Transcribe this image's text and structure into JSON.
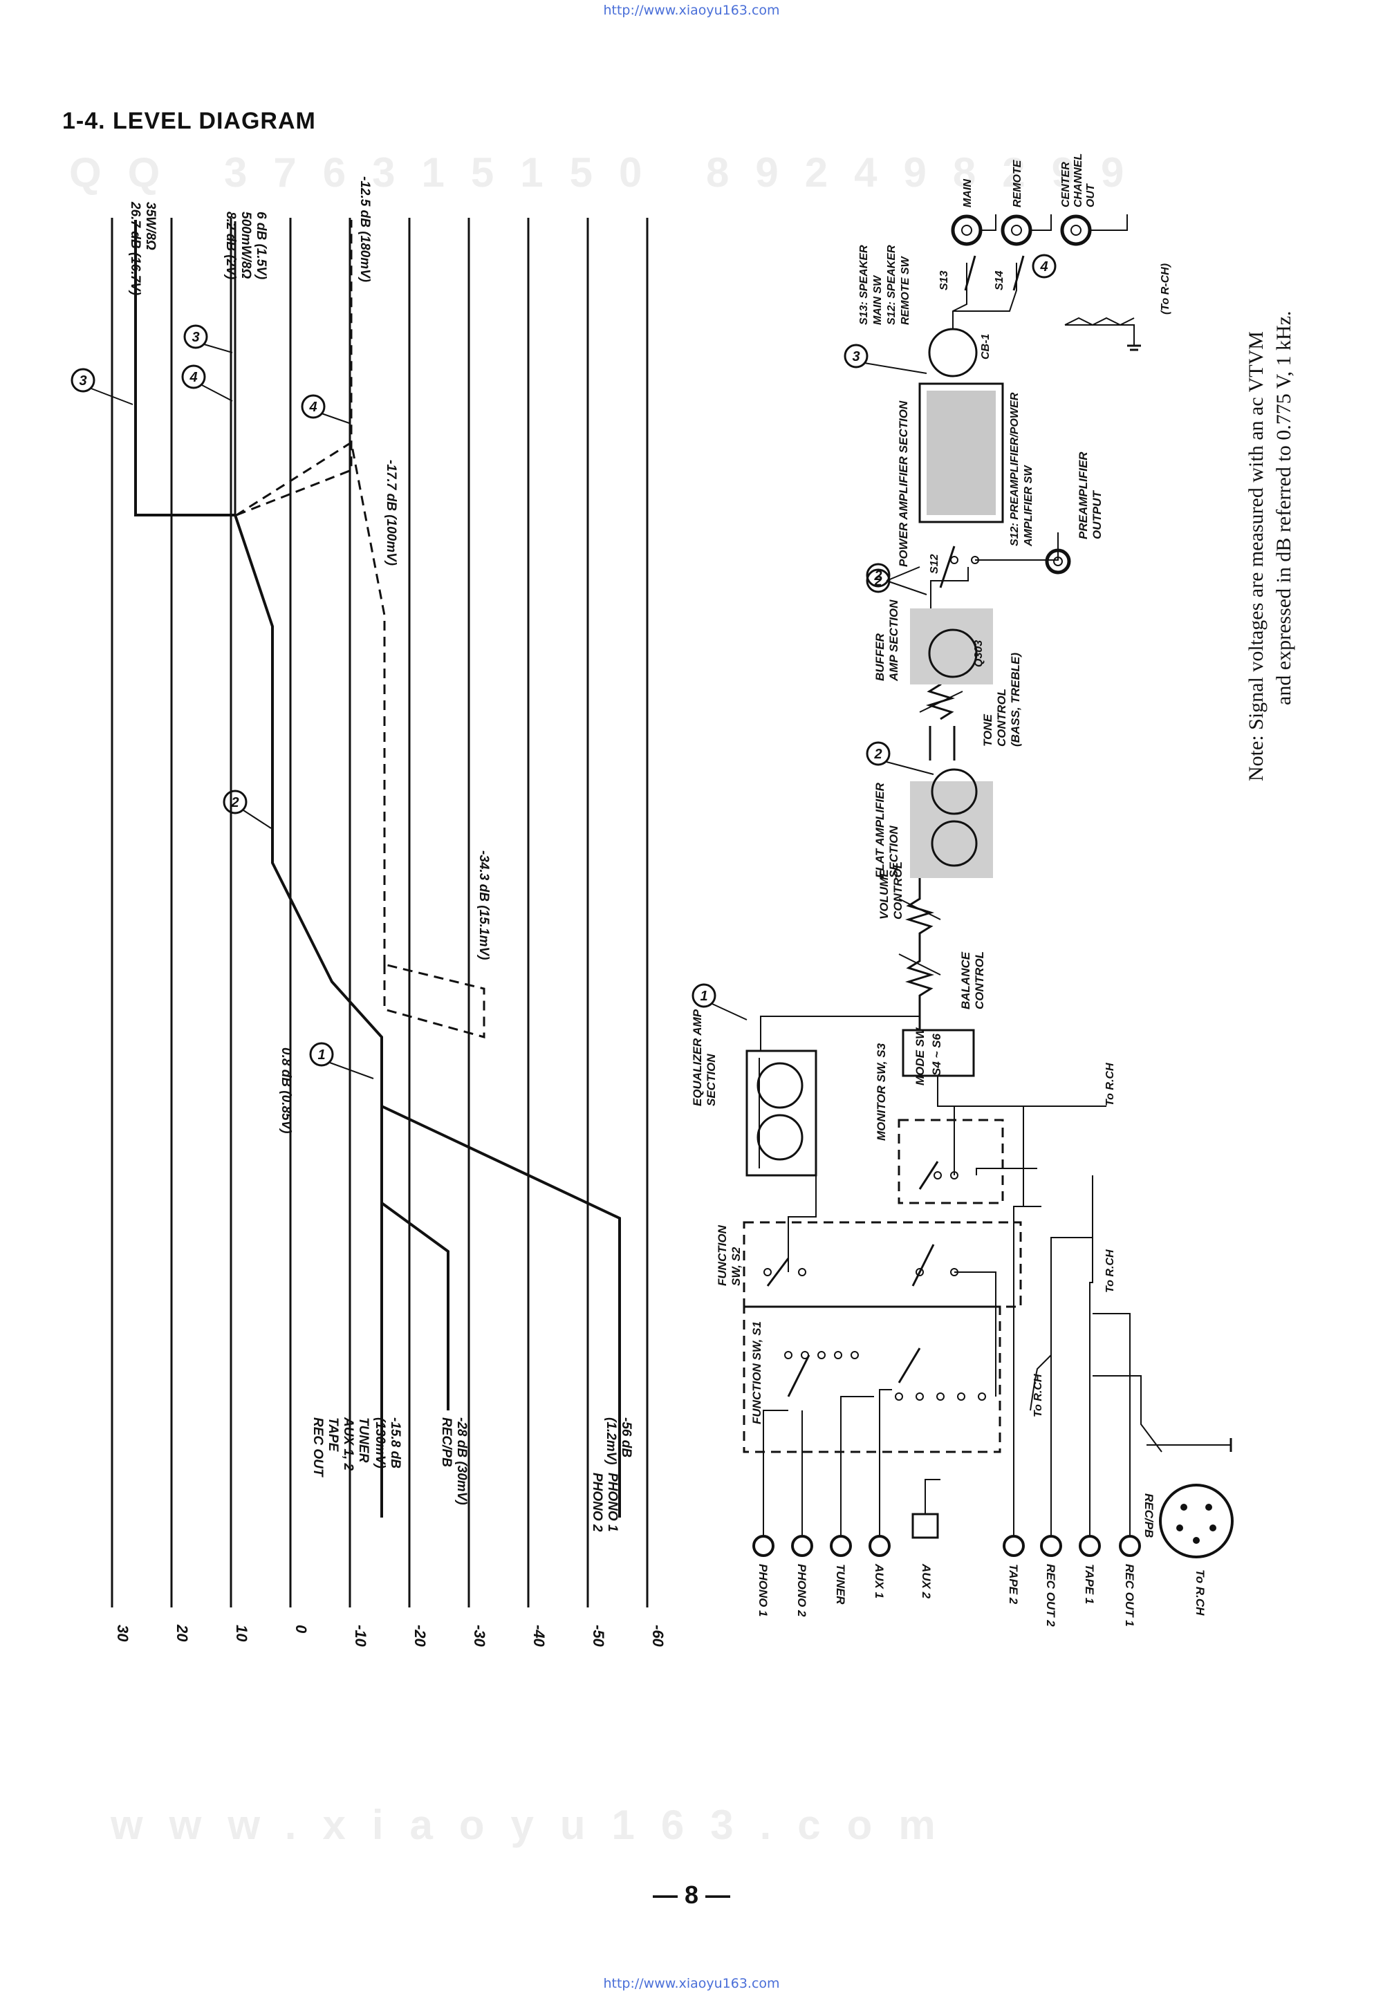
{
  "page": {
    "url_top": "http://www.xiaoyu163.com",
    "url_bottom": "http://www.xiaoyu163.com",
    "section_title": "1-4.  LEVEL DIAGRAM",
    "page_number": "— 8 —",
    "watermark_qq": "QQ 376315150  892498299",
    "watermark_site": "www.xiaoyu163.com"
  },
  "level_scale": {
    "ticks": [
      "30",
      "20",
      "10",
      "0",
      "-10",
      "-20",
      "-30",
      "-40",
      "-50",
      "-60"
    ]
  },
  "level_labels": {
    "top_power_1": "26.7 dB (16.7V)",
    "top_power_2": "35W/8Ω",
    "preamp_1": "8.2 dB (2V)",
    "preamp_2": "500mW/8Ω",
    "preamp_3": "6 dB (1.5V)",
    "center_out": "-12.5 dB (180mV)",
    "tone_out": "-17.7 dB (100mV)",
    "volume_in": "-34.3 dB (15.1mV)",
    "eq_out": "0.8 dB (0.85V)",
    "tuner_group": "TUNER\nAUX 1, 2\nTAPE\nREC OUT",
    "tuner_value": "-15.8 dB\n(130mV)",
    "recpb_group": "REC/PB",
    "recpb_value": "-28 dB (30mV)",
    "phono_group": "PHONO 1\nPHONO 2",
    "phono_value": "-56 dB\n(1.2mV)"
  },
  "markers": [
    "1",
    "2",
    "3",
    "4"
  ],
  "jacks": {
    "inputs": [
      "PHONO 1",
      "PHONO 2",
      "TUNER",
      "AUX 1",
      "AUX 2",
      "TAPE 2",
      "REC OUT 2",
      "TAPE 1",
      "REC OUT 1"
    ],
    "din": "REC/PB",
    "din_to": "To R.CH",
    "outputs": [
      "MAIN",
      "REMOTE",
      "CENTER\nCHANNEL\nOUT"
    ],
    "to_rch_out": "(To R-CH)",
    "preamp_output": "PREAMPLIFIER\nOUTPUT"
  },
  "blocks": {
    "function_s1": "FUNCTION SW, S1",
    "function_s2": "FUNCTION\nSW, S2",
    "monitor_s3": "MONITOR SW, S3",
    "equalizer": "EQUALIZER AMP\nSECTION",
    "mode_sw": "MODE SW",
    "mode_sw_ref": "S4 ~ S6",
    "to_rch_1": "To R.CH",
    "to_rch_2": "To R.CH",
    "to_rch_3": "To R.CH",
    "volume": "VOLUME\nCONTROL",
    "balance": "BALANCE\nCONTROL",
    "flat_amp": "FLAT AMPLIFIER\nSECTION",
    "tone": "TONE\nCONTROL\n(BASS, TREBLE)",
    "buffer": "BUFFER\nAMP SECTION",
    "buffer_q": "Q303",
    "power_amp": "POWER AMPLIFIER SECTION",
    "s12_pos": "S12",
    "s12_desc": "S12: PREAMPLIFIER/POWER\nAMPLIFIER SW",
    "cb1": "CB-1",
    "s13": "S13",
    "s14": "S14",
    "speaker_legend": "S13: SPEAKER\nMAIN SW\nS12: SPEAKER\nREMOTE SW"
  },
  "note": {
    "line1": "Note:  Signal voltages are measured with an ac VTVM",
    "line2": "and expressed in dB referred to 0.775 V, 1 kHz."
  }
}
